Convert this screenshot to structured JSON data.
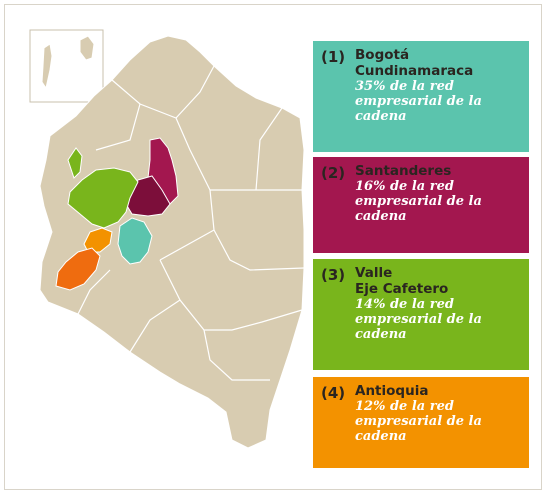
{
  "colors": {
    "background": "#ffffff",
    "land": "#d8ccb1",
    "border": "#ffffff",
    "region_1": "#5bc4ad",
    "region_2": "#a3174f",
    "region_2_dark": "#7c0e3a",
    "region_3": "#79b51c",
    "region_4": "#f39200",
    "region_4_dark": "#ef6c0f"
  },
  "regions": [
    {
      "number": "(1)",
      "name_lines": [
        "Bogotá",
        "Cundinamaraca"
      ],
      "share_lines": [
        "35% de la red",
        "empresarial de la",
        "cadena"
      ],
      "color": "#5bc4ad"
    },
    {
      "number": "(2)",
      "name_lines": [
        "Santanderes"
      ],
      "share_lines": [
        "16% de la red",
        "empresarial de la",
        "cadena"
      ],
      "color": "#a3174f"
    },
    {
      "number": "(3)",
      "name_lines": [
        "Valle",
        "Eje Cafetero"
      ],
      "share_lines": [
        "14% de la red",
        "empresarial de la",
        "cadena"
      ],
      "color": "#79b51c"
    },
    {
      "number": "(4)",
      "name_lines": [
        "Antioquia"
      ],
      "share_lines": [
        "12% de la red",
        "empresarial de la",
        "cadena"
      ],
      "color": "#f39200"
    }
  ]
}
